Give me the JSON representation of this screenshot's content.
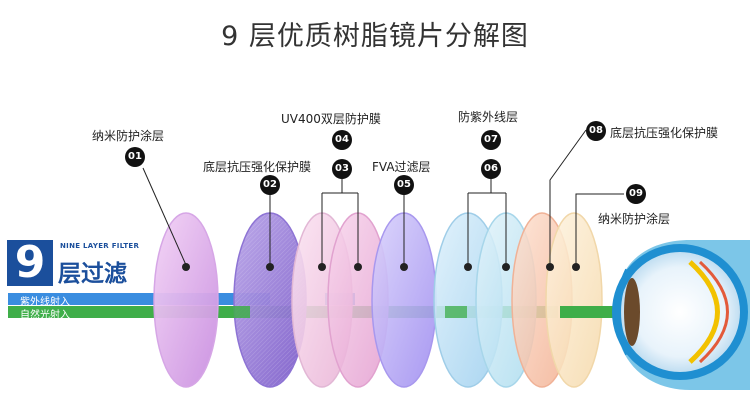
{
  "title": "9 层优质树脂镜片分解图",
  "logo": {
    "number": "9",
    "english": "NINE LAYER FILTER",
    "chinese": "层过滤"
  },
  "beams": {
    "uv_label": "紫外线射入",
    "light_label": "自然光射入"
  },
  "colors": {
    "logo_blue": "#1b4f9c",
    "uv_beam": "#3a8de0",
    "light_beam": "#3fae49"
  },
  "layers": [
    {
      "num": "01",
      "name": "纳米防护涂层"
    },
    {
      "num": "02",
      "name": "底层抗压强化保护膜"
    },
    {
      "num": "03",
      "name": ""
    },
    {
      "num": "04",
      "name": "UV400双层防护膜"
    },
    {
      "num": "05",
      "name": "FVA过滤层"
    },
    {
      "num": "06",
      "name": ""
    },
    {
      "num": "07",
      "name": "防紫外线层"
    },
    {
      "num": "08",
      "name": "底层抗压强化保护膜"
    },
    {
      "num": "09",
      "name": "纳米防护涂层"
    }
  ]
}
